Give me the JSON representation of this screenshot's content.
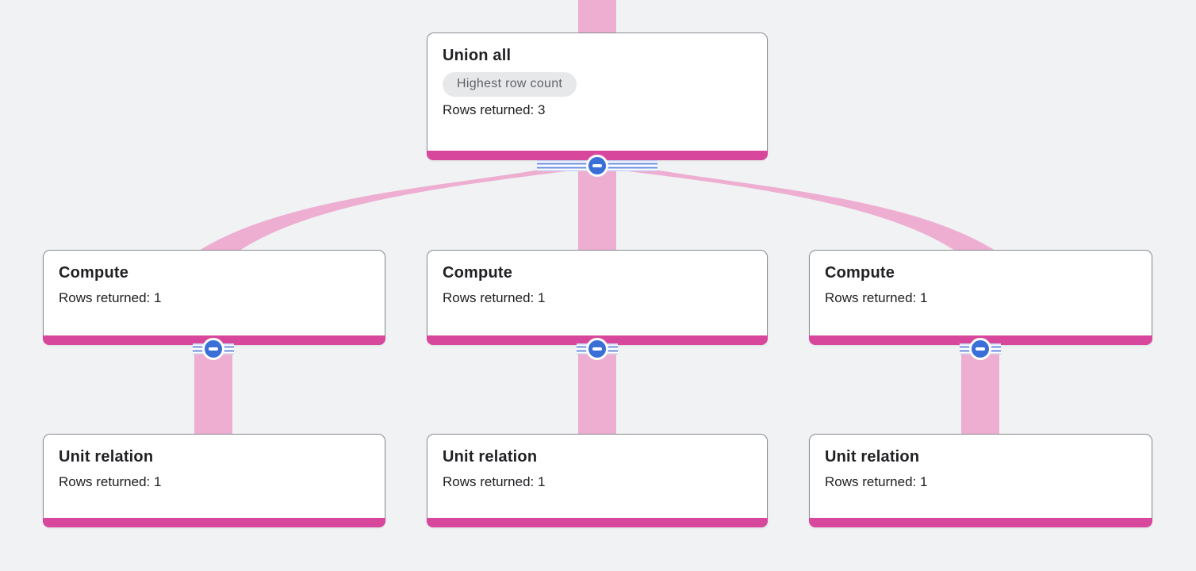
{
  "app": {
    "name": "Query execution graph"
  },
  "colors": {
    "background": "#f1f2f4",
    "card_background": "#ffffff",
    "card_border": "#898d92",
    "accent_bar_pink": "#d7489d",
    "edge_pink": "#edaed2",
    "collapse_blue": "#3a6fd8",
    "badge_background": "#e7e8ea",
    "badge_text": "#5f6368",
    "text": "#202124"
  },
  "nodes": [
    {
      "id": "union-all",
      "title": "Union all",
      "badge": "Highest row count",
      "rows": "Rows returned: 3"
    },
    {
      "id": "compute-1",
      "title": "Compute",
      "rows": "Rows returned: 1"
    },
    {
      "id": "compute-2",
      "title": "Compute",
      "rows": "Rows returned: 1"
    },
    {
      "id": "compute-3",
      "title": "Compute",
      "rows": "Rows returned: 1"
    },
    {
      "id": "unit-relation-1",
      "title": "Unit relation",
      "rows": "Rows returned: 1"
    },
    {
      "id": "unit-relation-2",
      "title": "Unit relation",
      "rows": "Rows returned: 1"
    },
    {
      "id": "unit-relation-3",
      "title": "Unit relation",
      "rows": "Rows returned: 1"
    }
  ],
  "edges": [
    {
      "from": "offscreen-parent",
      "to": "union-all"
    },
    {
      "from": "union-all",
      "to": "compute-1"
    },
    {
      "from": "union-all",
      "to": "compute-2"
    },
    {
      "from": "union-all",
      "to": "compute-3"
    },
    {
      "from": "compute-1",
      "to": "unit-relation-1"
    },
    {
      "from": "compute-2",
      "to": "unit-relation-2"
    },
    {
      "from": "compute-3",
      "to": "unit-relation-3"
    }
  ],
  "collapse_button": {
    "icon": "minus-icon",
    "state": "expanded"
  }
}
